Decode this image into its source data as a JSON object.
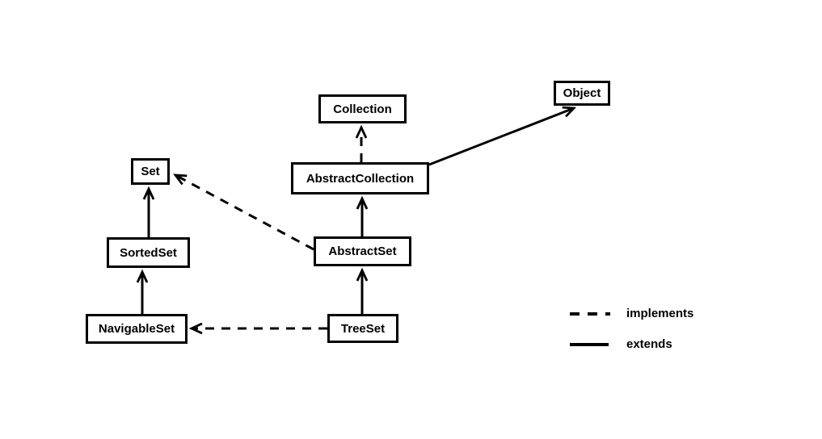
{
  "diagram": {
    "type": "class-hierarchy",
    "nodes": {
      "collection": {
        "label": "Collection"
      },
      "object": {
        "label": "Object"
      },
      "abstract_collection": {
        "label": "AbstractCollection"
      },
      "set": {
        "label": "Set"
      },
      "sorted_set": {
        "label": "SortedSet"
      },
      "abstract_set": {
        "label": "AbstractSet"
      },
      "navigable_set": {
        "label": "NavigableSet"
      },
      "tree_set": {
        "label": "TreeSet"
      }
    },
    "edges": [
      {
        "from": "SortedSet",
        "to": "Set",
        "relation": "extends"
      },
      {
        "from": "NavigableSet",
        "to": "SortedSet",
        "relation": "extends"
      },
      {
        "from": "AbstractSet",
        "to": "Set",
        "relation": "implements"
      },
      {
        "from": "TreeSet",
        "to": "NavigableSet",
        "relation": "implements"
      },
      {
        "from": "TreeSet",
        "to": "AbstractSet",
        "relation": "extends"
      },
      {
        "from": "AbstractSet",
        "to": "AbstractCollection",
        "relation": "extends"
      },
      {
        "from": "AbstractCollection",
        "to": "Collection",
        "relation": "implements"
      },
      {
        "from": "AbstractCollection",
        "to": "Object",
        "relation": "extends"
      }
    ],
    "legend": {
      "implements_label": "implements",
      "extends_label": "extends",
      "implements_style": "dashed",
      "extends_style": "solid"
    },
    "colors": {
      "line": "#000000",
      "background": "#ffffff",
      "box_fill": "#ffffff",
      "box_border": "#000000"
    }
  }
}
